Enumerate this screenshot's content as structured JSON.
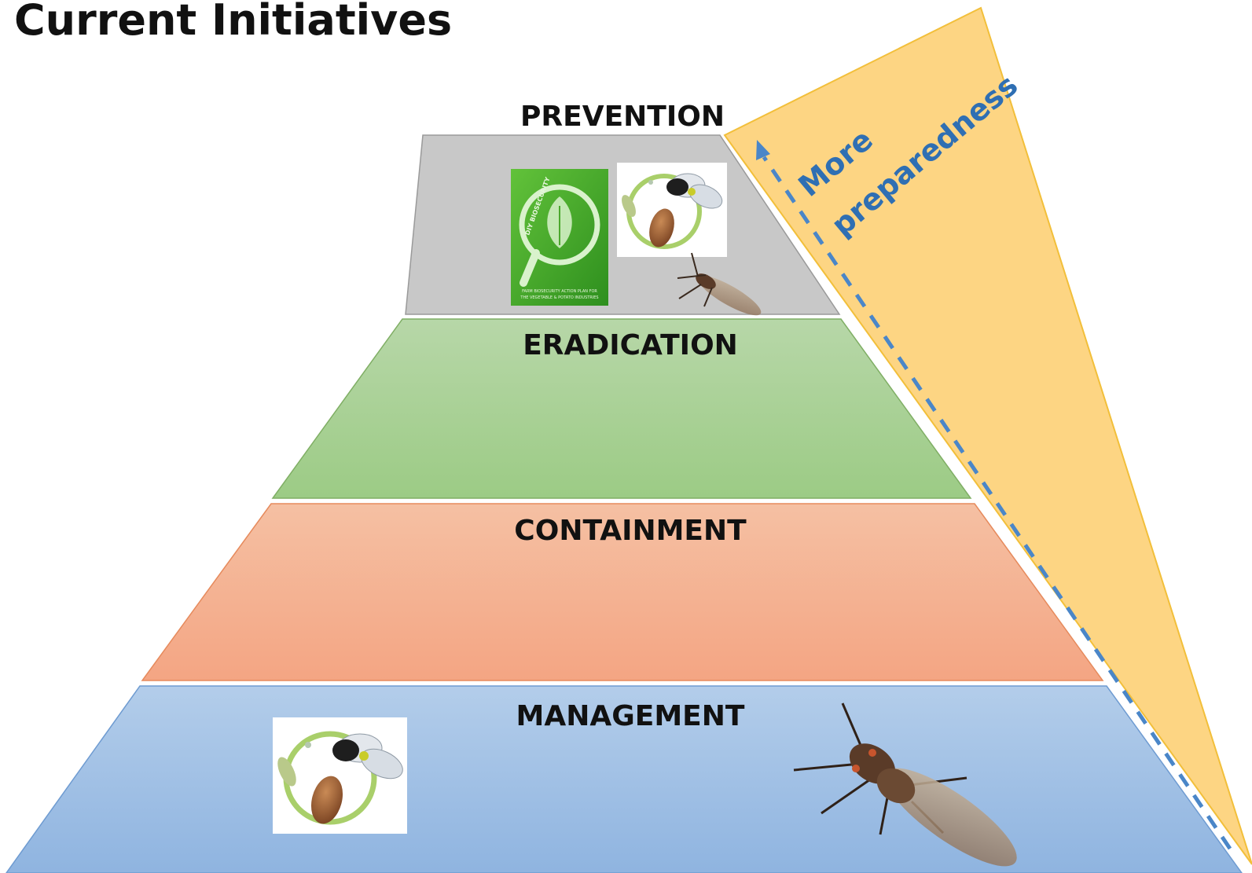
{
  "page": {
    "title": "Current Initiatives"
  },
  "pyramid": {
    "tiers": [
      {
        "id": "prevention",
        "label": "PREVENTION"
      },
      {
        "id": "eradication",
        "label": "ERADICATION"
      },
      {
        "id": "containment",
        "label": "CONTAINMENT"
      },
      {
        "id": "management",
        "label": "MANAGEMENT"
      }
    ]
  },
  "preparedness": {
    "line1": "More",
    "line2": "preparedness"
  },
  "images": {
    "book_cover": {
      "small_text_1": "DIY BIOSECURITY",
      "small_text_2": "FARM BIOSECURITY ACTION PLAN FOR",
      "small_text_3": "THE VEGETABLE & POTATO INDUSTRIES"
    }
  },
  "colors": {
    "prevention": "#c8c8c8",
    "eradication_top": "#b7d7a8",
    "eradication_bottom": "#9ccb85",
    "containment_top": "#f5c0a3",
    "containment_bottom": "#f4a583",
    "management_top": "#b3cdea",
    "management_bottom": "#8fb4e0",
    "wedge": "#fdd583",
    "arrow": "#4a86c8"
  }
}
